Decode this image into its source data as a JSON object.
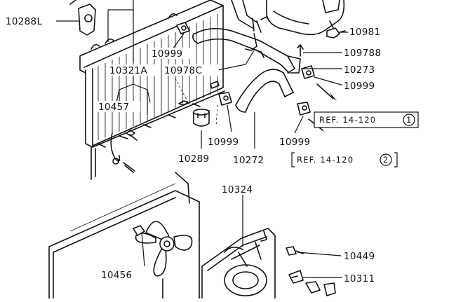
{
  "labels": {
    "p10288L": "10288L",
    "p10981": "10981",
    "p10999_a": "10999",
    "p109788": "109788",
    "p10321A": "10321A",
    "p10978C": "10978C",
    "p10273": "10273",
    "p10999_b": "10999",
    "p10457": "10457",
    "p10999_c": "10999",
    "p10999_d": "10999",
    "p10289": "10289",
    "p10272": "10272",
    "p10324": "10324",
    "p10449": "10449",
    "p10456": "10456",
    "p10311": "10311"
  },
  "refs": {
    "ref1_text": "REF. 14-120",
    "ref1_num": "1",
    "ref2_text": "REF. 14-120",
    "ref2_num": "2"
  },
  "colors": {
    "line": "#111111",
    "background": "#ffffff"
  }
}
